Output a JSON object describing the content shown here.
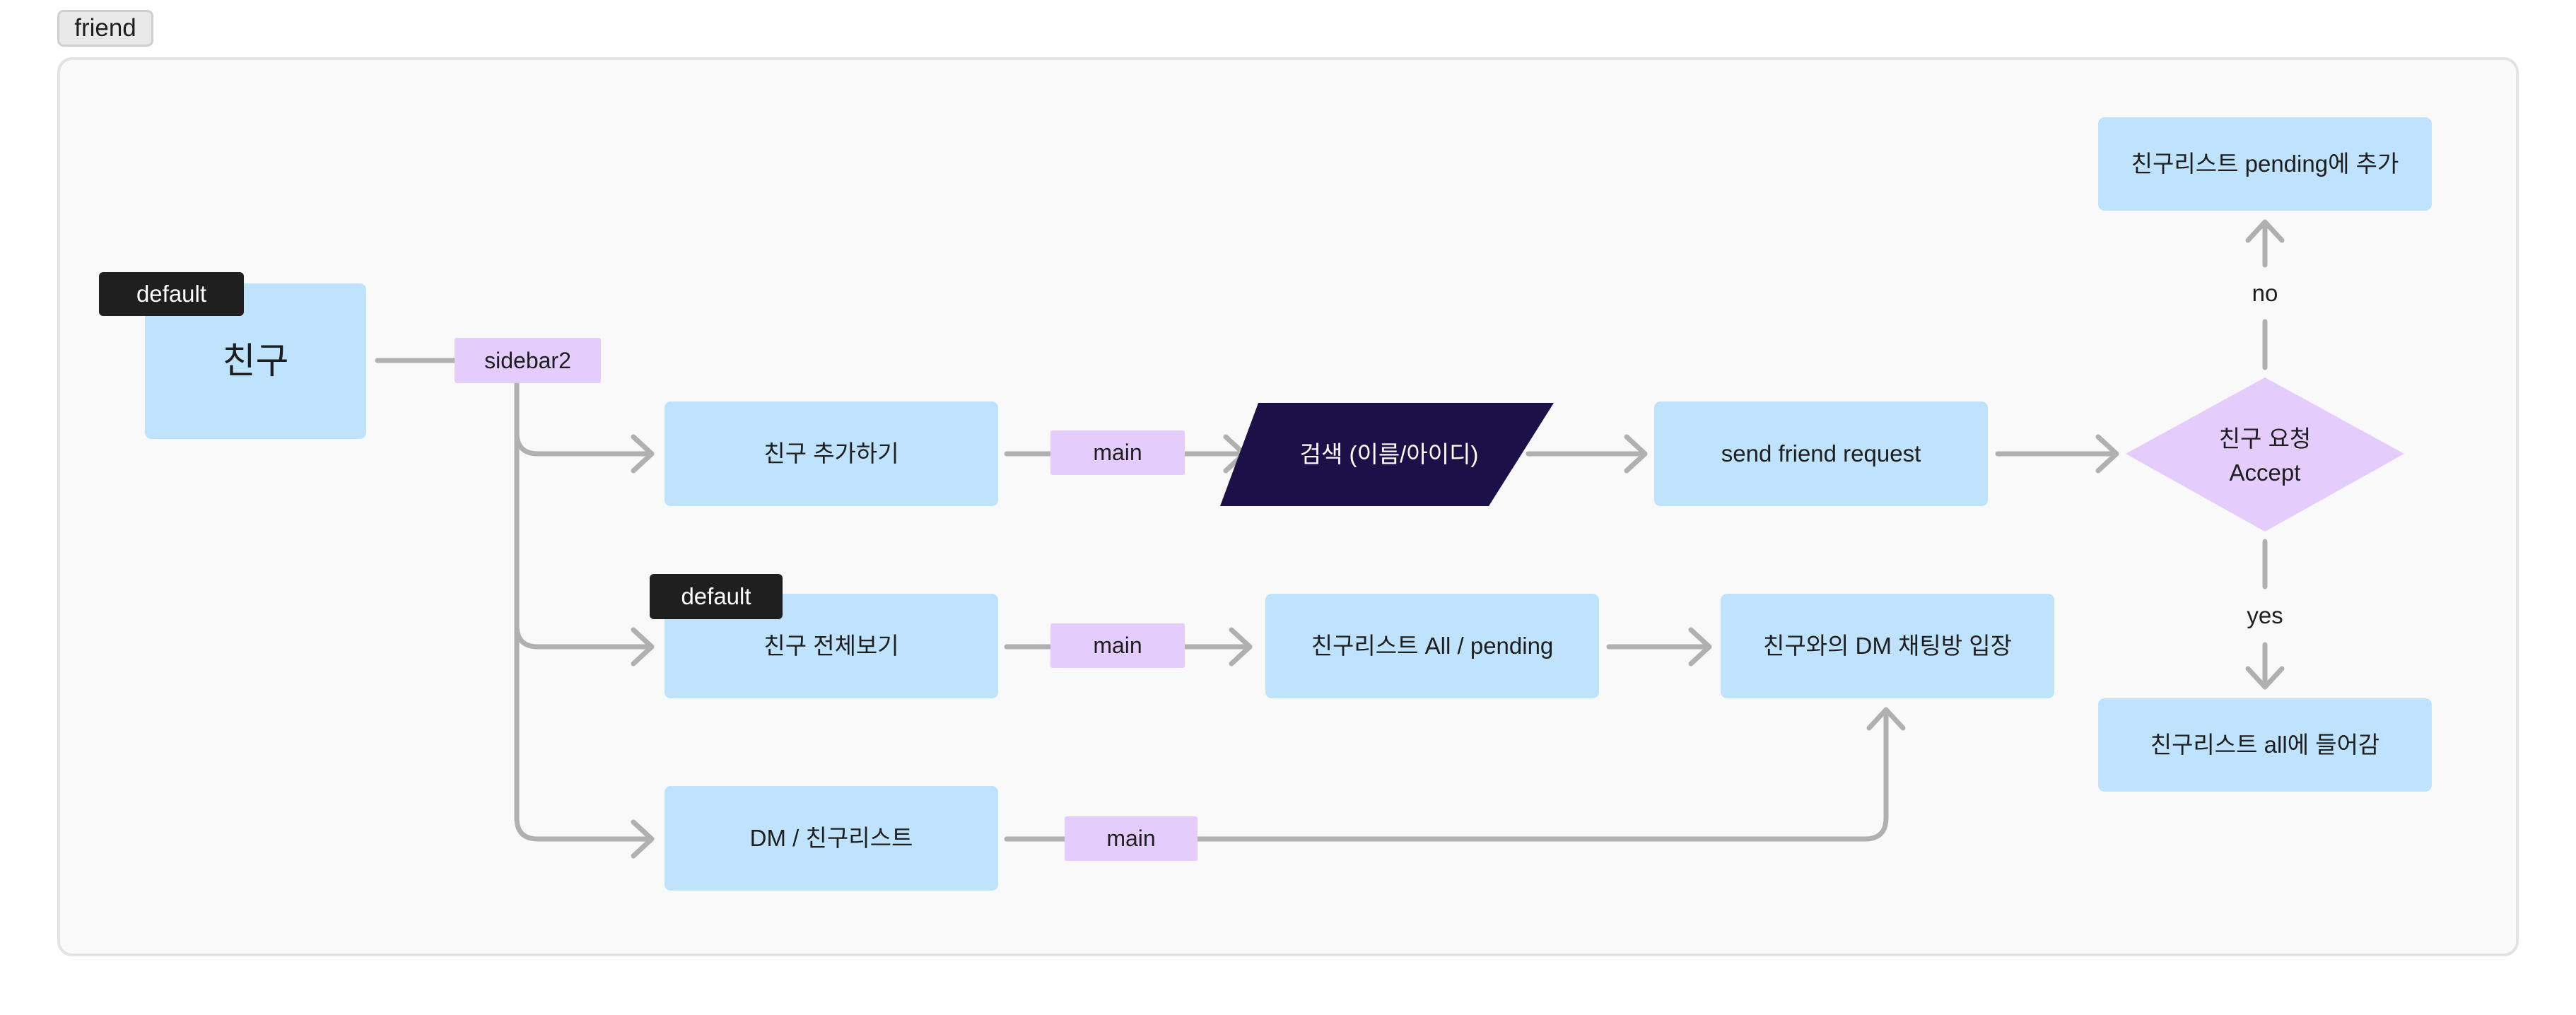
{
  "frame": {
    "title": "friend"
  },
  "badges": {
    "root_default": "default",
    "view_all_default": "default"
  },
  "nodes": {
    "root": "친구",
    "add_friend": "친구 추가하기",
    "view_all": "친구 전체보기",
    "dm_list": "DM / 친구리스트",
    "search": "검색 (이름/아이디)",
    "send_request": "send friend request",
    "friend_list_all_pending": "친구리스트 All / pending",
    "dm_room": "친구와의 DM 채팅방 입장",
    "decision": "친구 요청\nAccept",
    "pending_add": "친구리스트 pending에 추가",
    "all_enter": "친구리스트 all에 들어감"
  },
  "edge_labels": {
    "sidebar": "sidebar2",
    "main_add": "main",
    "main_view": "main",
    "main_dm": "main",
    "no": "no",
    "yes": "yes"
  },
  "colors": {
    "process": "#bfe3fc",
    "label": "#e4ccfd",
    "decision": "#e4ccfd",
    "io_shape": "#1c1048",
    "badge": "#1f1f1f",
    "connector": "#b0b0b0"
  }
}
